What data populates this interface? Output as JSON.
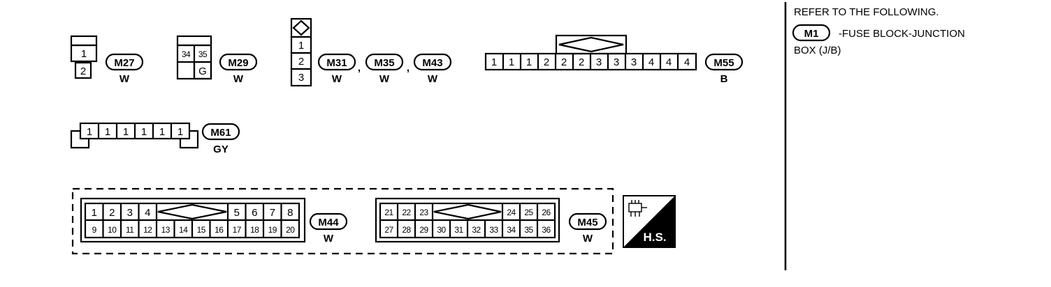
{
  "connectors": {
    "m27": {
      "tag": "M27",
      "color": "W",
      "pins": [
        "1",
        "2"
      ]
    },
    "m29": {
      "tag": "M29",
      "color": "W",
      "pins": [
        "34",
        "35",
        "G"
      ]
    },
    "m31": {
      "tag": "M31",
      "color": "W"
    },
    "m35": {
      "tag": "M35",
      "color": "W"
    },
    "m43": {
      "tag": "M43",
      "color": "W"
    },
    "m31_group": {
      "pins": [
        "1",
        "2",
        "3"
      ],
      "sep": ","
    },
    "m55": {
      "tag": "M55",
      "color": "B",
      "pins": [
        "1",
        "1",
        "1",
        "2",
        "2",
        "2",
        "3",
        "3",
        "3",
        "4",
        "4",
        "4"
      ]
    },
    "m61": {
      "tag": "M61",
      "color": "GY",
      "pins": [
        "1",
        "1",
        "1",
        "1",
        "1",
        "1"
      ]
    },
    "m44": {
      "tag": "M44",
      "color": "W",
      "top_left": [
        "1",
        "2",
        "3",
        "4"
      ],
      "top_right": [
        "5",
        "6",
        "7",
        "8"
      ],
      "bottom": [
        "9",
        "10",
        "11",
        "12",
        "13",
        "14",
        "15",
        "16",
        "17",
        "18",
        "19",
        "20"
      ]
    },
    "m45": {
      "tag": "M45",
      "color": "W",
      "top_left": [
        "21",
        "22",
        "23"
      ],
      "top_right": [
        "24",
        "25",
        "26"
      ],
      "bottom": [
        "27",
        "28",
        "29",
        "30",
        "31",
        "32",
        "33",
        "34",
        "35",
        "36"
      ]
    }
  },
  "hs_badge": {
    "label": "H.S.",
    "icon": "harness-connector-icon"
  },
  "reference": {
    "heading": "REFER TO THE FOLLOWING.",
    "tag": "M1",
    "line1": "-FUSE BLOCK-JUNCTION",
    "line2": "BOX (J/B)"
  }
}
